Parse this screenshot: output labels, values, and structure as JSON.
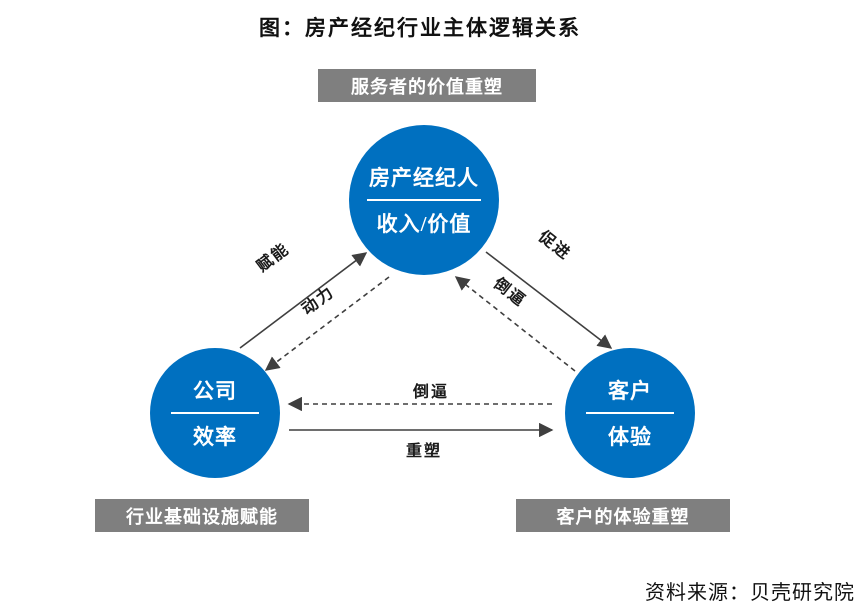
{
  "title": "图：房产经纪行业主体逻辑关系",
  "source": "资料来源：贝壳研究院",
  "colors": {
    "circle": "#0070C0",
    "box": "#7F7F7F",
    "arrow": "#3F3F3F",
    "text_on_blue": "#FFFFFF"
  },
  "boxes": {
    "top": "服务者的价值重塑",
    "bottom_left": "行业基础设施赋能",
    "bottom_right": "客户的体验重塑"
  },
  "nodes": {
    "agent": {
      "line1": "房产经纪人",
      "line2": "收入/价值"
    },
    "company": {
      "line1": "公司",
      "line2": "效率"
    },
    "customer": {
      "line1": "客户",
      "line2": "体验"
    }
  },
  "edges": {
    "empower": "赋能",
    "drive": "动力",
    "promote": "促进",
    "force_up": "倒逼",
    "force_left": "倒逼",
    "reshape": "重塑"
  }
}
